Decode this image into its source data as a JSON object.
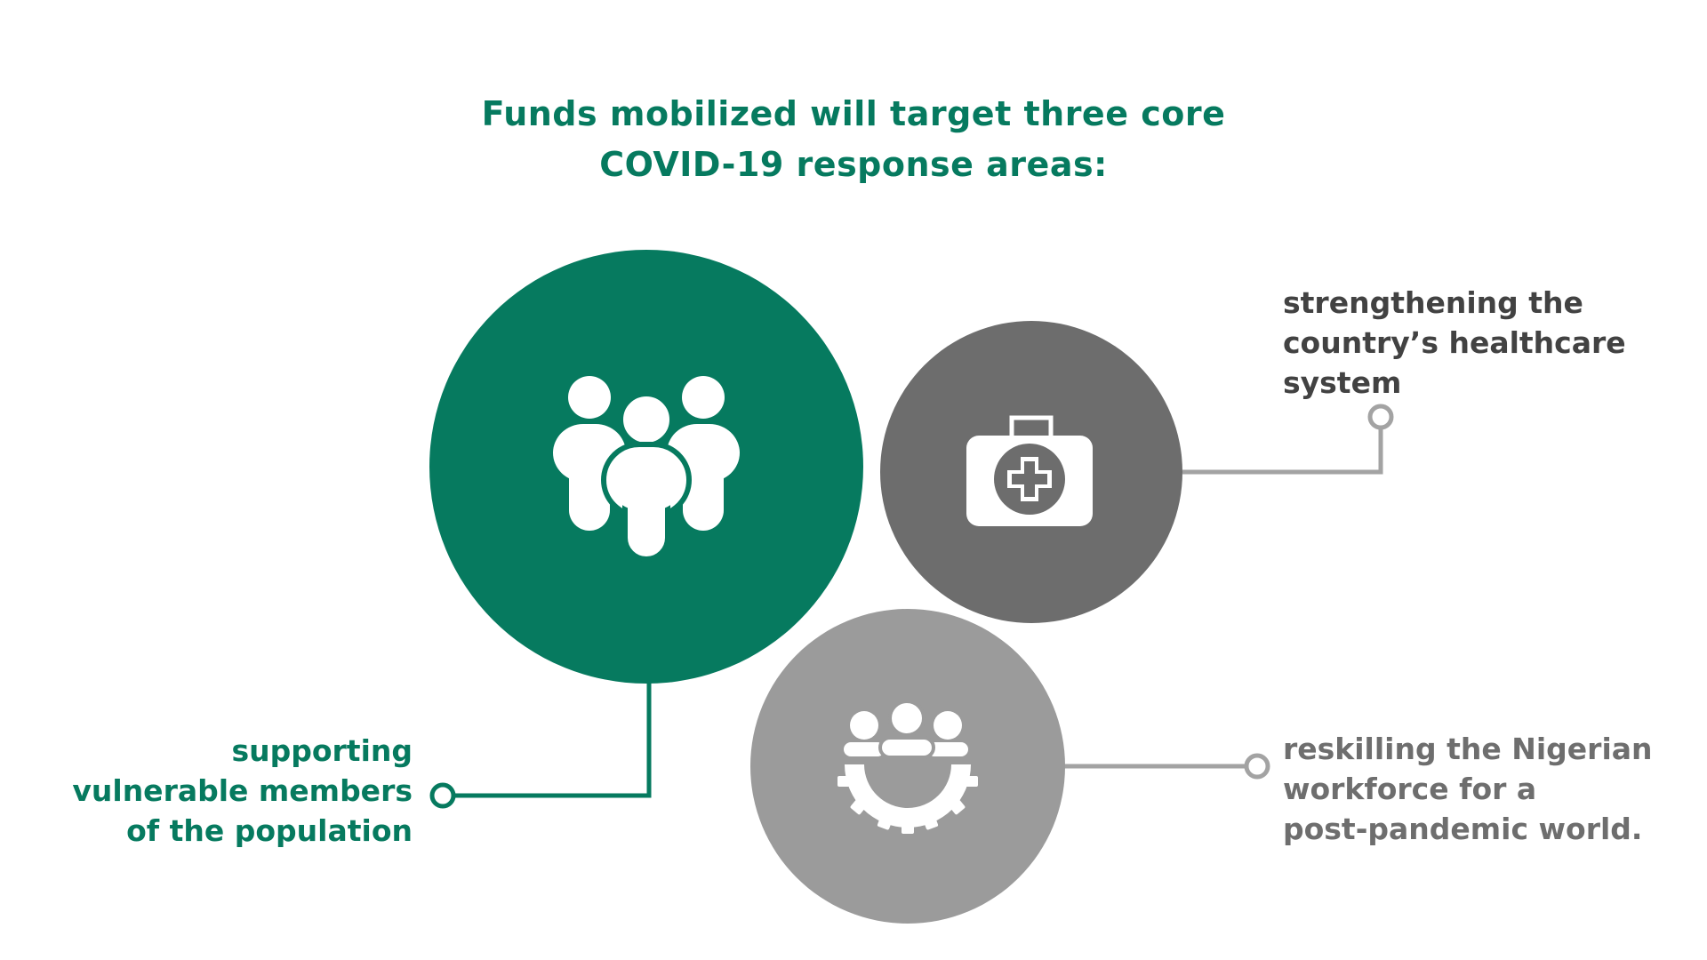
{
  "title": {
    "line1": "Funds mobilized will target three core",
    "line2": "COVID-19 response areas:"
  },
  "areas": [
    {
      "lines": [
        "supporting",
        "vulnerable members",
        "of the population"
      ],
      "icon": "people-group-icon",
      "color": "#067a5f"
    },
    {
      "lines": [
        "strengthening the",
        "country’s healthcare",
        "system"
      ],
      "icon": "medical-kit-icon",
      "color": "#6d6d6d"
    },
    {
      "lines": [
        "reskilling the Nigerian",
        "workforce for a",
        "post-pandemic world."
      ],
      "icon": "workforce-gear-icon",
      "color": "#9b9b9b"
    }
  ],
  "colors": {
    "primary_green": "#067a5f",
    "dark_gray": "#6d6d6d",
    "light_gray": "#9b9b9b",
    "connector_gray": "#a3a3a3",
    "healthcare_text": "#424242",
    "reskilling_text": "#6e6e6e"
  }
}
